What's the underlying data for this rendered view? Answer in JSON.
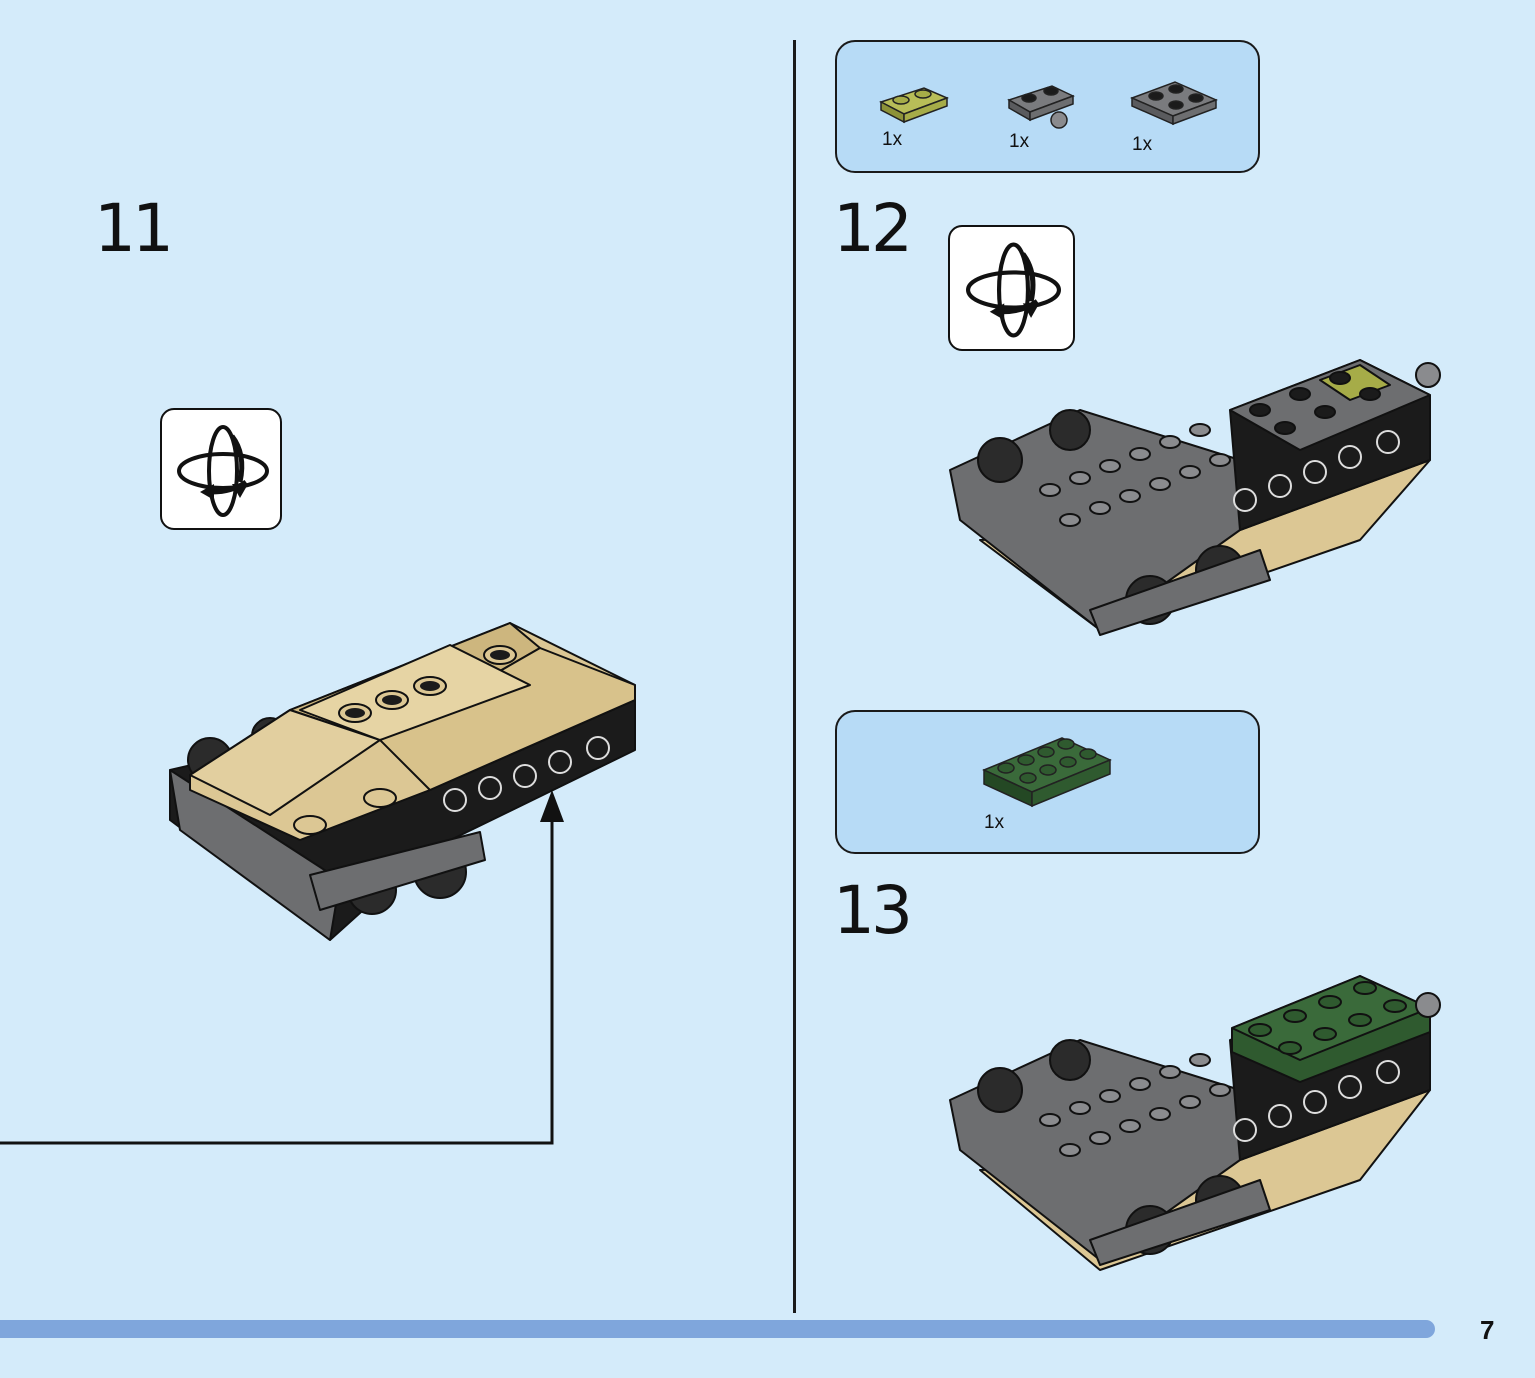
{
  "steps": [
    {
      "number": "11"
    },
    {
      "number": "12"
    },
    {
      "number": "13"
    }
  ],
  "parts_step12": [
    {
      "qty": "1x",
      "part": "olive 1x2 plate"
    },
    {
      "qty": "1x",
      "part": "dark grey 1x2 plate with ball"
    },
    {
      "qty": "1x",
      "part": "dark grey 2x2 plate"
    }
  ],
  "parts_step13": [
    {
      "qty": "1x",
      "part": "dark green 2x4 plate"
    }
  ],
  "page": {
    "number": "7"
  },
  "colors": {
    "background": "#d4ebfa",
    "parts_box": "#b7dbf6",
    "tan": "#dcc794",
    "dark_grey": "#6d6e70",
    "black": "#1b1b1b",
    "olive": "#a6ac48",
    "dark_green": "#2f5a2f",
    "page_bar": "#7fa6dc"
  },
  "icons": [
    "rotate-model-icon"
  ]
}
